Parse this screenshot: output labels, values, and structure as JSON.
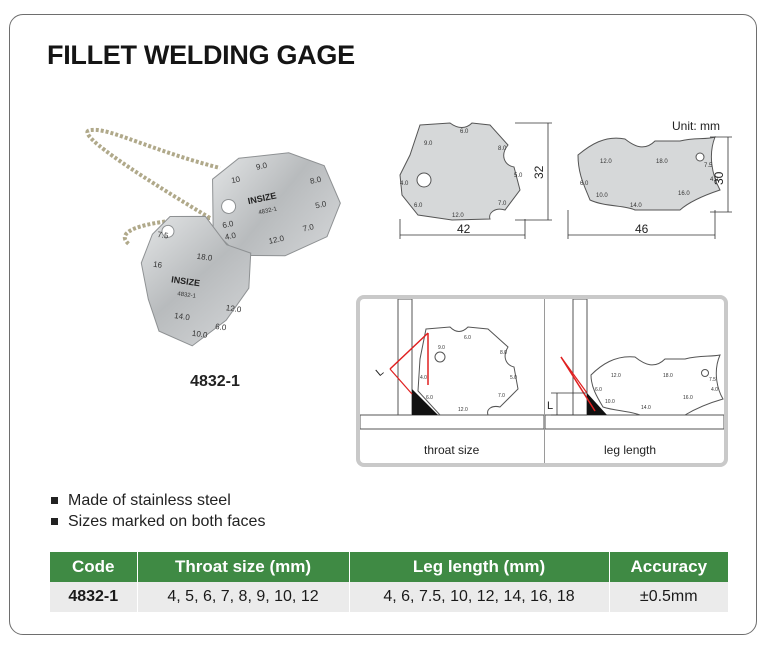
{
  "title": "FILLET WELDING GAGE",
  "photo": {
    "caption": "4832-1",
    "brand_mark": "INSIZE",
    "model_mark": "4832-1",
    "throat_gage_marks": [
      "9.0",
      "10",
      "8.0",
      "5.0",
      "7.0",
      "12.0",
      "6.0",
      "4.0"
    ],
    "leg_gage_marks": [
      "7.5",
      "16",
      "18.0",
      "14.0",
      "10.0",
      "6.0",
      "12.0"
    ]
  },
  "unit_label": "Unit: mm",
  "drawing_throat": {
    "width": "42",
    "height": "32",
    "marks": [
      "6.0",
      "9.0",
      "8.0",
      "5.0",
      "4.0",
      "6.0",
      "12.0",
      "7.0"
    ]
  },
  "drawing_leg": {
    "width": "46",
    "height": "30",
    "marks": [
      "12.0",
      "18.0",
      "7.5",
      "6.0",
      "10.0",
      "14.0",
      "16.0",
      "4.0"
    ]
  },
  "usage": {
    "throat_label": "throat size",
    "leg_label": "leg length",
    "dim_letter_throat": "L",
    "dim_letter_leg": "L",
    "throat_marks": [
      "6.0",
      "9.0",
      "8.0",
      "5.0",
      "4.0",
      "6.0",
      "12.0",
      "7.0"
    ],
    "leg_marks": [
      "12.0",
      "18.0",
      "7.5",
      "6.0",
      "10.0",
      "14.0",
      "16.0",
      "4.0"
    ]
  },
  "features": [
    "Made of stainless steel",
    "Sizes marked on both faces"
  ],
  "table": {
    "headers": [
      "Code",
      "Throat size (mm)",
      "Leg length (mm)",
      "Accuracy"
    ],
    "rows": [
      [
        "4832-1",
        "4, 5, 6, 7, 8, 9, 10, 12",
        "4, 6, 7.5, 10, 12, 14, 16, 18",
        "±0.5mm"
      ]
    ]
  },
  "colors": {
    "header_green": "#3f8a44",
    "row_gray": "#ebebeb",
    "weld_red": "#e02020",
    "metal": "#bfc2c4"
  }
}
